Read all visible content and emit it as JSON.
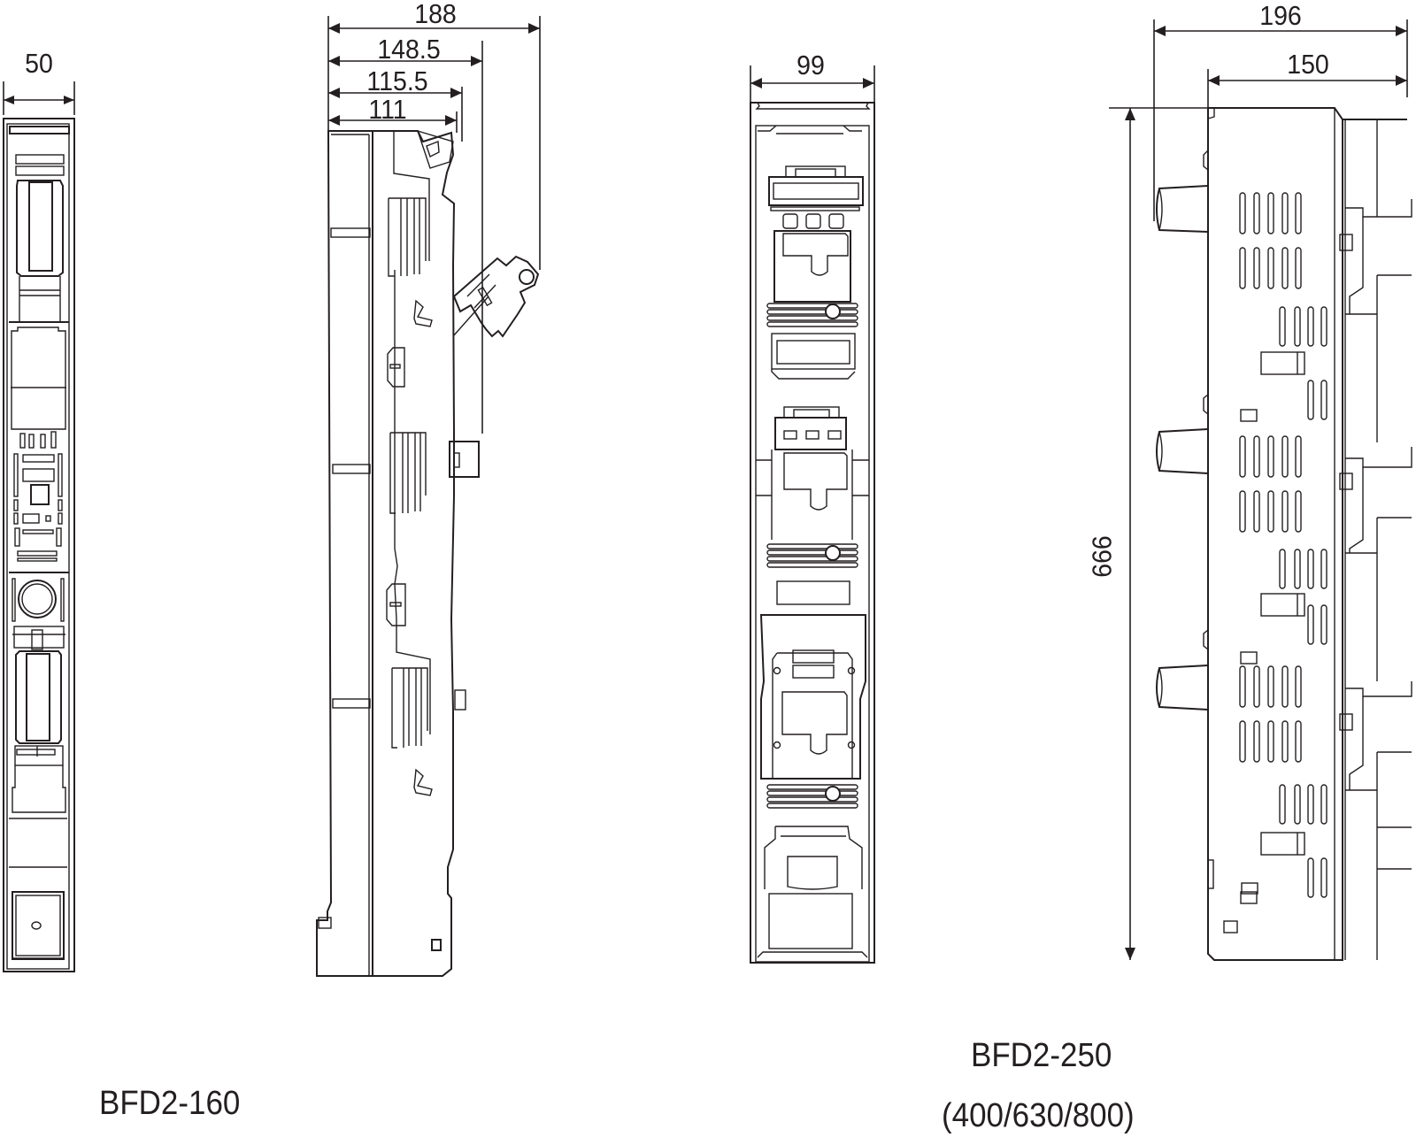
{
  "diagram": {
    "type": "technical_dimension_drawing",
    "line_color": "#231f20",
    "background": "#ffffff"
  },
  "models": [
    {
      "id": "bfd2-160",
      "name": "BFD2-160",
      "subtitle": "",
      "views": {
        "front": {
          "dimensions": {
            "width": "50"
          }
        },
        "side": {
          "dimensions": {
            "overall_open": "188",
            "depth_1": "148.5",
            "depth_2": "115.5",
            "depth_3": "111"
          }
        }
      }
    },
    {
      "id": "bfd2-250",
      "name": "BFD2-250",
      "subtitle": "(400/630/800)",
      "views": {
        "front": {
          "dimensions": {
            "width": "99"
          }
        },
        "side": {
          "dimensions": {
            "overall_depth": "196",
            "body_depth": "150",
            "height": "666"
          }
        }
      }
    }
  ]
}
